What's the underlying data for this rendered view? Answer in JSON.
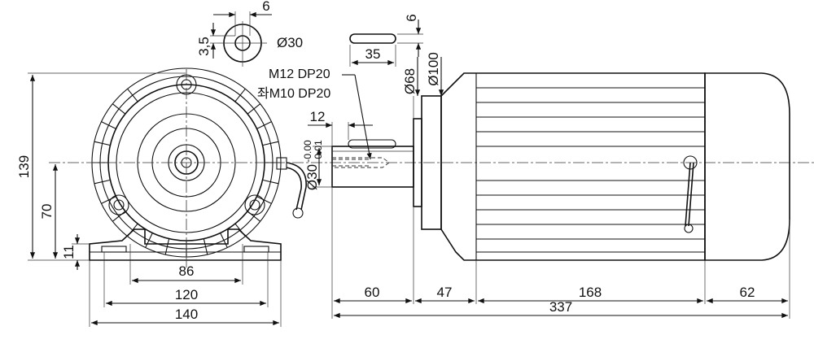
{
  "front_view": {
    "height_139": "139",
    "height_70": "70",
    "foot_11": "11",
    "width_86": "86",
    "width_120": "120",
    "width_140": "140"
  },
  "flange_detail": {
    "dim_6": "6",
    "dim_3_5": "3,5",
    "dim_dia30": "Ø30"
  },
  "key_detail": {
    "height_6": "6",
    "length_35": "35"
  },
  "side_view": {
    "thread_1": "M12 DP20",
    "thread_2": "좌M10 DP20",
    "dia68": "Ø68",
    "dia100": "Ø100",
    "key_12": "12",
    "shaft_dia": "Ø30",
    "tol_upper": "-0.00",
    "tol_lower": "-0.01",
    "len_60": "60",
    "len_47": "47",
    "len_168": "168",
    "len_62": "62",
    "len_337": "337"
  }
}
